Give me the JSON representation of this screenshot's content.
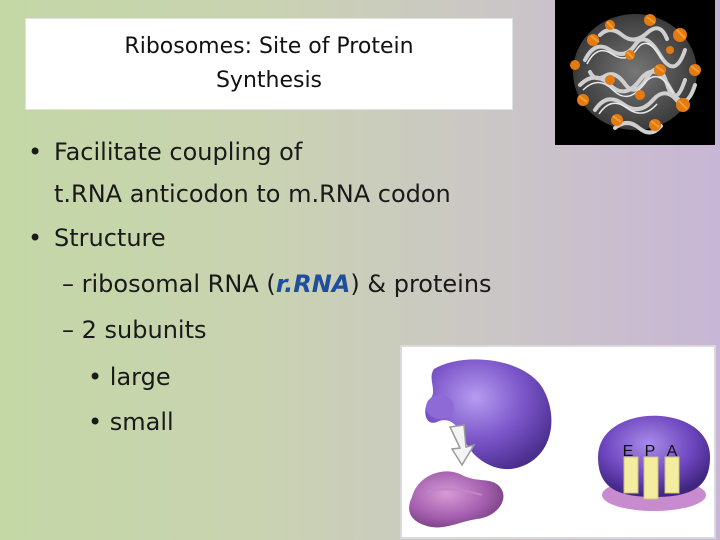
{
  "slide": {
    "title_line1": "Ribosomes: Site of Protein",
    "title_line2": "Synthesis",
    "bullets": {
      "b1_bullet": "•",
      "b1_line1": "Facilitate coupling of",
      "b1_line2": "t.RNA anticodon to m.RNA codon",
      "b2_bullet": "•",
      "b2": "Structure",
      "s1_dash": "–",
      "s1_pre": "ribosomal RNA (",
      "s1_em": "r.RNA",
      "s1_post": ") & proteins",
      "s2_dash": "–",
      "s2": "2 subunits",
      "t1_bullet": "•",
      "t1": "large",
      "t2_bullet": "•",
      "t2": "small"
    }
  },
  "diagram": {
    "site_e": "E",
    "site_p": "P",
    "site_a": "A"
  },
  "colors": {
    "subunit_purple": "#7b55c9",
    "small_subunit_purple": "#a45fae",
    "site_yellow": "#f4eda0",
    "rna_highlight": "#1f4e9c"
  }
}
